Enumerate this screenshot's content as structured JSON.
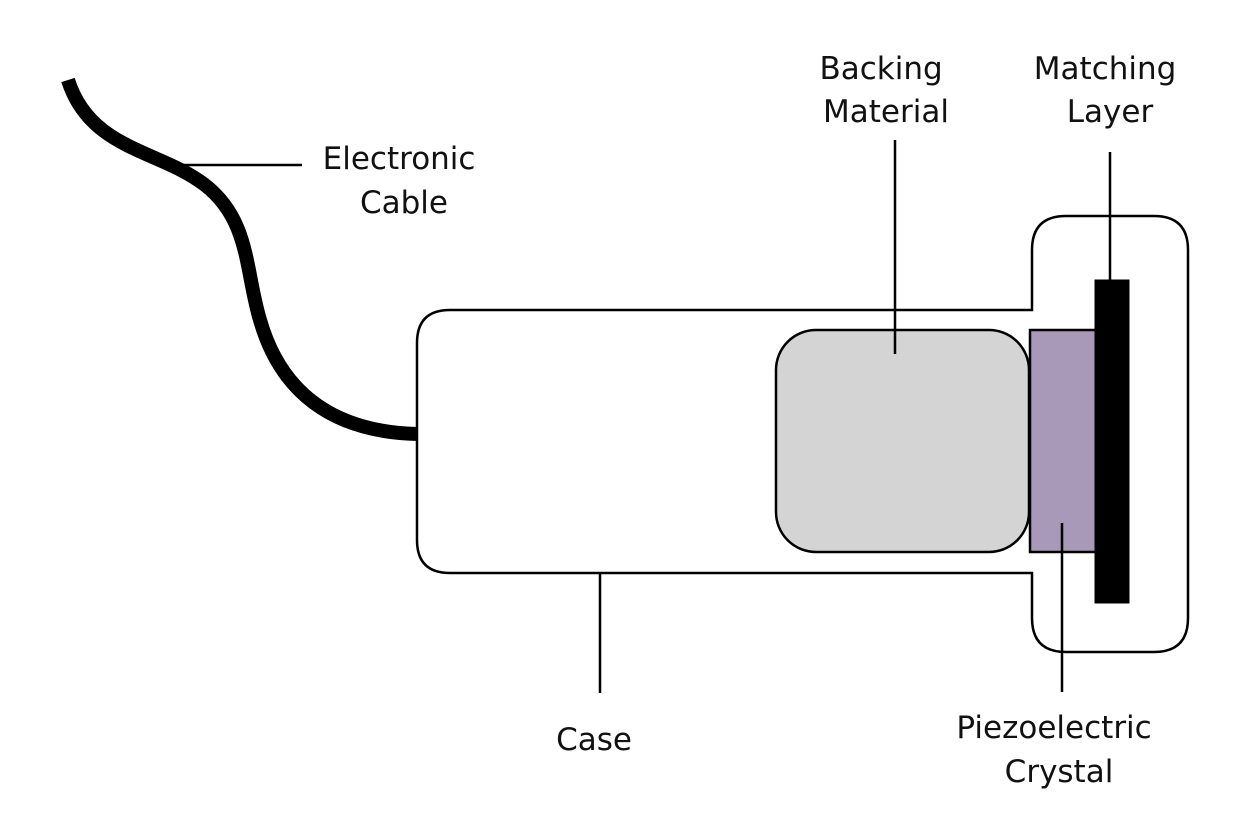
{
  "labels": {
    "electronic_cable": [
      "Electronic",
      "Cable"
    ],
    "backing_material": [
      "Backing",
      "Material"
    ],
    "matching_layer": [
      "Matching",
      "Layer"
    ],
    "case": [
      "Case"
    ],
    "piezoelectric_crystal": [
      "Piezoelectric",
      "Crystal"
    ]
  },
  "colors": {
    "background": "#ffffff",
    "outline": "#000000",
    "case_fill": "#ffffff",
    "backing_material_fill": "#d4d4d4",
    "piezoelectric_crystal_fill": "#a899b8",
    "matching_layer_fill": "#000000",
    "cable": "#000000"
  }
}
